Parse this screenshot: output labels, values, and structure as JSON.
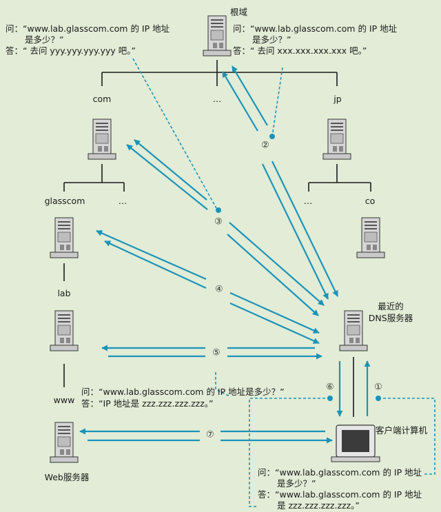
{
  "colors": {
    "background": "#e2ecd6",
    "arrow": "#1b93b8",
    "line": "#1a1a1a",
    "server_body": "#d9d9d9"
  },
  "nodes": {
    "root": "根域",
    "com": "com",
    "root_ellipsis": "…",
    "jp": "jp",
    "glasscom": "glasscom",
    "com_ellipsis": "…",
    "jp_ellipsis": "…",
    "co": "co",
    "lab": "lab",
    "dns_line1": "最近的",
    "dns_line2": "DNS服务器",
    "www": "www",
    "web": "Web服务器",
    "client": "客户端计算机"
  },
  "steps": [
    "①",
    "②",
    "③",
    "④",
    "⑤",
    "⑥",
    "⑦"
  ],
  "annotations": {
    "left_top": {
      "q1": "问：“www.lab.glasscom.com 的 IP 地址",
      "q2": "是多少？”",
      "a1": "答：“ 去问 yyy.yyy.yyy.yyy 吧。”"
    },
    "right_top": {
      "q1": "问：“www.lab.glasscom.com 的 IP 地址",
      "q2": "是多少？”",
      "a1": "答：“ 去问 xxx.xxx.xxx.xxx 吧。”"
    },
    "middle": {
      "q1": "问：“www.lab.glasscom.com 的 IP 地址是多少？”",
      "a1": "答：“IP 地址是 zzz.zzz.zzz.zzz。”"
    },
    "bottom": {
      "q1": "问：“www.lab.glasscom.com 的 IP 地址",
      "q2": "是多少？”",
      "a1": "答：“www.lab.glasscom.com 的 IP 地址",
      "a2": "是 zzz.zzz.zzz.zzz。”"
    }
  }
}
